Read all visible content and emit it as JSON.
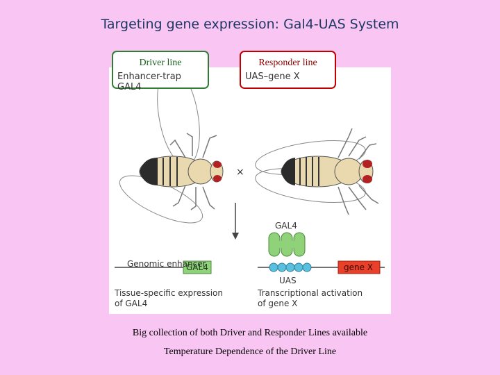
{
  "title": "Targeting gene expression: Gal4-UAS System",
  "driver": {
    "label": "Driver line",
    "construct": "Enhancer-trap GAL4"
  },
  "responder": {
    "label": "Responder line",
    "construct": "UAS–gene X"
  },
  "cross_symbol": "×",
  "diagram": {
    "genomic_enhancer": "Genomic enhancer",
    "gal4_box": "GAL4",
    "gal4_protein": "GAL4",
    "uas": "UAS",
    "gene_x": "gene X",
    "tissue_caption_line1": "Tissue-specific expression",
    "tissue_caption_line2": "of GAL4",
    "activation_caption_line1": "Transcriptional activation",
    "activation_caption_line2": "of gene X"
  },
  "notes": {
    "line1": "Big collection of both Driver and Responder Lines available",
    "line2": "Temperature Dependence of the Driver Line"
  },
  "colors": {
    "background": "#f9c6f4",
    "title": "#1f3864",
    "driver_border": "#2e7d32",
    "responder_border": "#c00000",
    "gal4_green": "#8fd27a",
    "gene_x_red": "#e8402a",
    "uas_blue": "#5bc0de"
  }
}
